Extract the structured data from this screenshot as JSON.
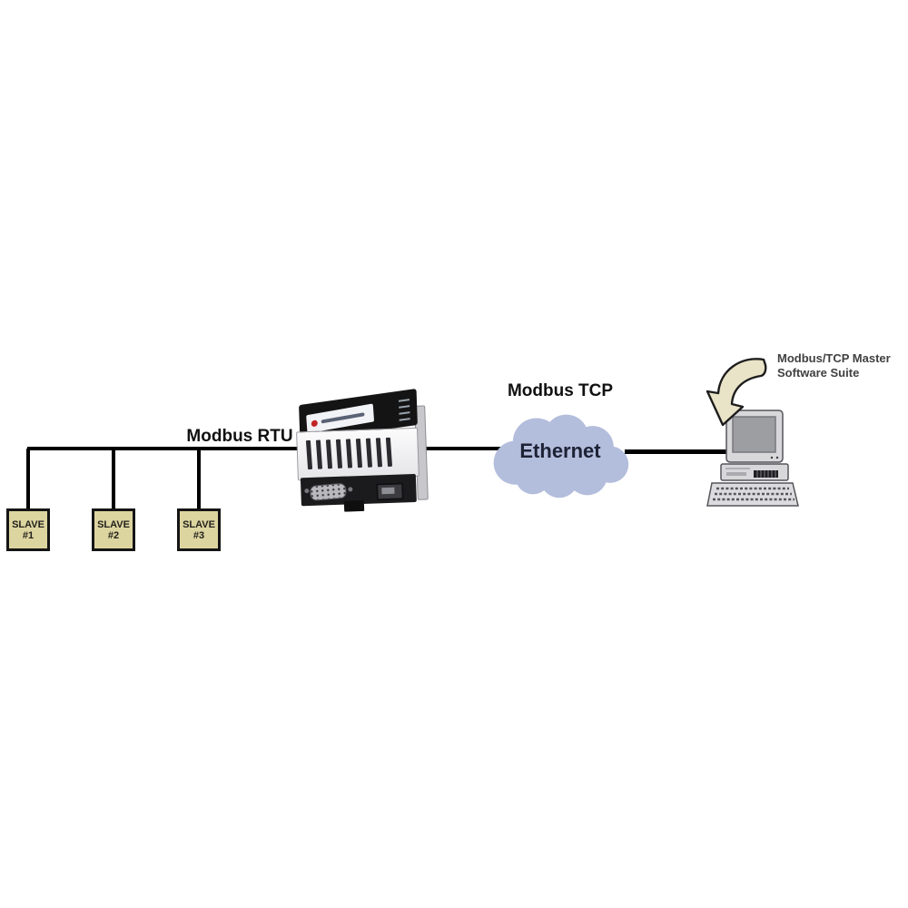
{
  "diagram": {
    "rtu_label": "Modbus RTU",
    "tcp_label": "Modbus TCP",
    "cloud_label": "Ethernet",
    "master_label_line1": "Modbus/TCP Master",
    "master_label_line2": "Software Suite",
    "slaves": [
      {
        "name": "SLAVE",
        "number": "#1"
      },
      {
        "name": "SLAVE",
        "number": "#2"
      },
      {
        "name": "SLAVE",
        "number": "#3"
      }
    ],
    "colors": {
      "line": "#000000",
      "slave_fill": "#ddd5a0",
      "slave_border": "#151515",
      "cloud_fill": "#b3bddc",
      "cloud_text": "#1d2235",
      "arrow_fill": "#e9e3c7",
      "label_text": "#111111",
      "master_text": "#404040"
    },
    "icons": {
      "cloud": "network-cloud",
      "arrow": "curved-swoosh-arrow",
      "gateway": "din-rail-gateway-device",
      "computer": "desktop-pc"
    }
  }
}
